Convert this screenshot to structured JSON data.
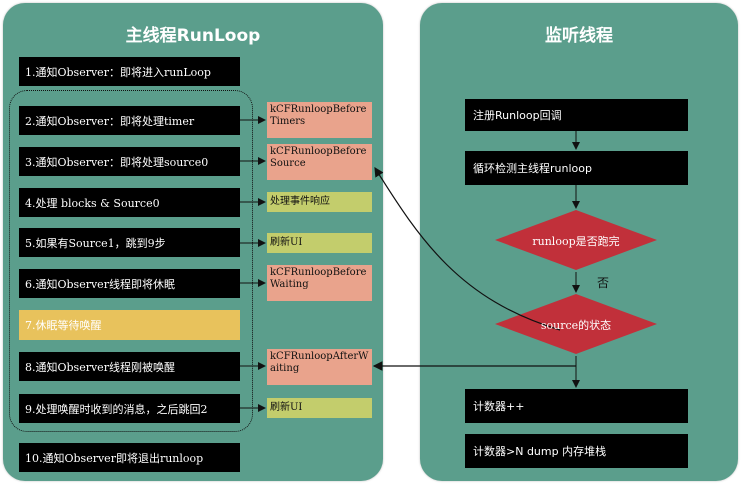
{
  "left_panel": {
    "title": "主线程RunLoop",
    "steps": [
      "1.通知Observer：即将进入runLoop",
      "2.通知Observer：即将处理timer",
      "3.通知Observer：即将处理source0",
      "4.处理 blocks & Source0",
      "5.如果有Source1，跳到9步",
      "6.通知Observer线程即将休眠",
      "7.休眠等待唤醒",
      "8.通知Observer线程刚被唤醒",
      "9.处理唤醒时收到的消息，之后跳回2",
      "10.通知Observer即将退出runloop"
    ],
    "tags": [
      "kCFRunloopBeforeTimers",
      "kCFRunloopBeforeSource",
      "处理事件响应",
      "刷新UI",
      "kCFRunloopBeforeWaiting",
      "kCFRunloopAfterWaiting",
      "刷新UI"
    ]
  },
  "right_panel": {
    "title": "监听线程",
    "register": "注册Runloop回调",
    "loop_check": "循环检测主线程runloop",
    "decision_done": "runloop是否跑完",
    "no_label": "否",
    "decision_state": "source的状态",
    "counter": "计数器++",
    "counter_dump": "计数器>N dump 内存堆栈"
  },
  "colors": {
    "panel": "#5b9e8c",
    "step": "#000000",
    "highlight": "#e8c25c",
    "tag_orange": "#e9a38c",
    "tag_green": "#c3cd6c",
    "diamond": "#c1303a"
  }
}
